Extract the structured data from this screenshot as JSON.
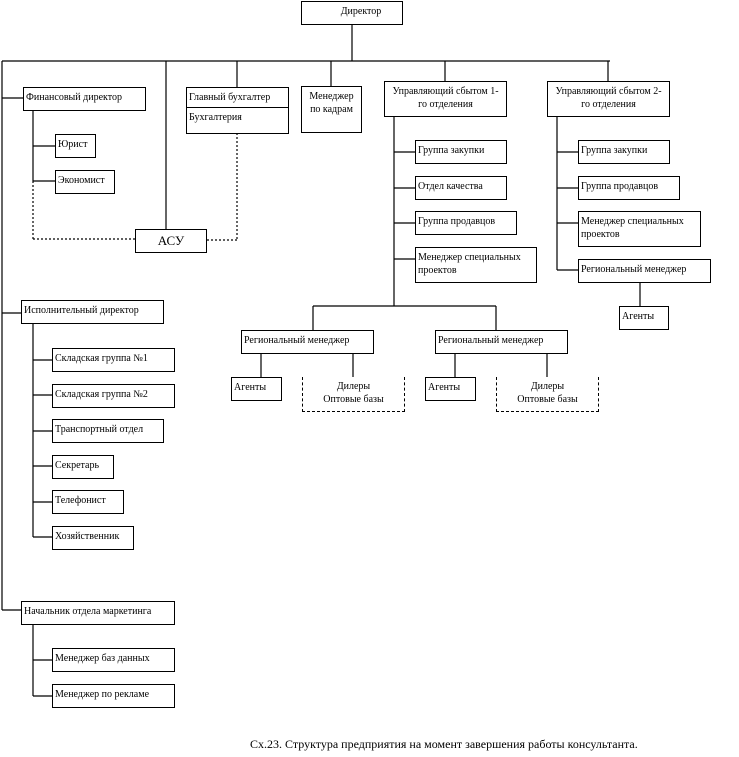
{
  "diagram": {
    "director": "Директор",
    "financial_director": "Финансовый директор",
    "lawyer": "Юрист",
    "economist": "Экономист",
    "asu": "АСУ",
    "chief_accountant": "Главный бухгалтер",
    "accounting": "Бухгалтерия",
    "hr_manager": [
      "Менеджер",
      "по кадрам"
    ],
    "sales_head_1": [
      "Управляющий сбытом 1-",
      "го отделения"
    ],
    "sales_head_2": [
      "Управляющий сбытом 2-",
      "го отделения"
    ],
    "dept1_units": {
      "purchasing": "Группа закупки",
      "quality": "Отдел качества",
      "sellers": "Группа продавцов",
      "special_projects": [
        "Менеджер специальных",
        "проектов"
      ]
    },
    "dept2_units": {
      "purchasing": "Группа закупки",
      "sellers": "Группа продавцов",
      "special_projects": [
        "Менеджер специальных",
        "проектов"
      ],
      "regional_manager": "Региональный менеджер",
      "agents": "Агенты"
    },
    "regional_1": {
      "manager": "Региональный менеджер",
      "agents": "Агенты",
      "dealers": [
        "Дилеры",
        "Оптовые базы"
      ]
    },
    "regional_2": {
      "manager": "Региональный менеджер",
      "agents": "Агенты",
      "dealers": [
        "Дилеры",
        "Оптовые базы"
      ]
    },
    "executive_director": "Исполнительный директор",
    "executive_units": [
      "Складская группа №1",
      "Складская группа №2",
      "Транспортный отдел",
      "Секретарь",
      "Телефонист",
      "Хозяйственник"
    ],
    "marketing_head": "Начальник отдела маркетинга",
    "marketing_units": [
      "Менеджер баз данных",
      "Менеджер по рекламе"
    ]
  },
  "caption": "Сх.23. Структура предприятия на момент завершения работы консультанта."
}
